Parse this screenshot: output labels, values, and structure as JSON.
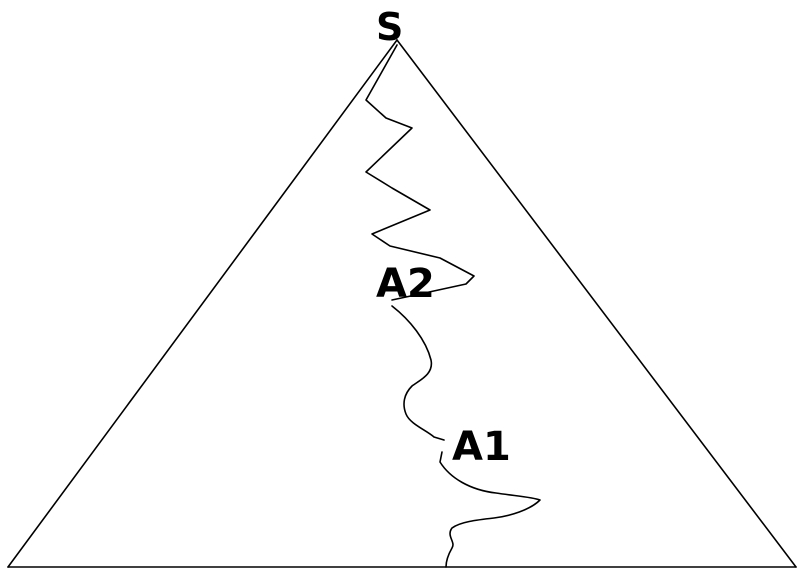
{
  "labels": {
    "apex": "S",
    "mid": "A2",
    "lower": "A1"
  },
  "colors": {
    "stroke": "#000000",
    "background": "#ffffff"
  }
}
